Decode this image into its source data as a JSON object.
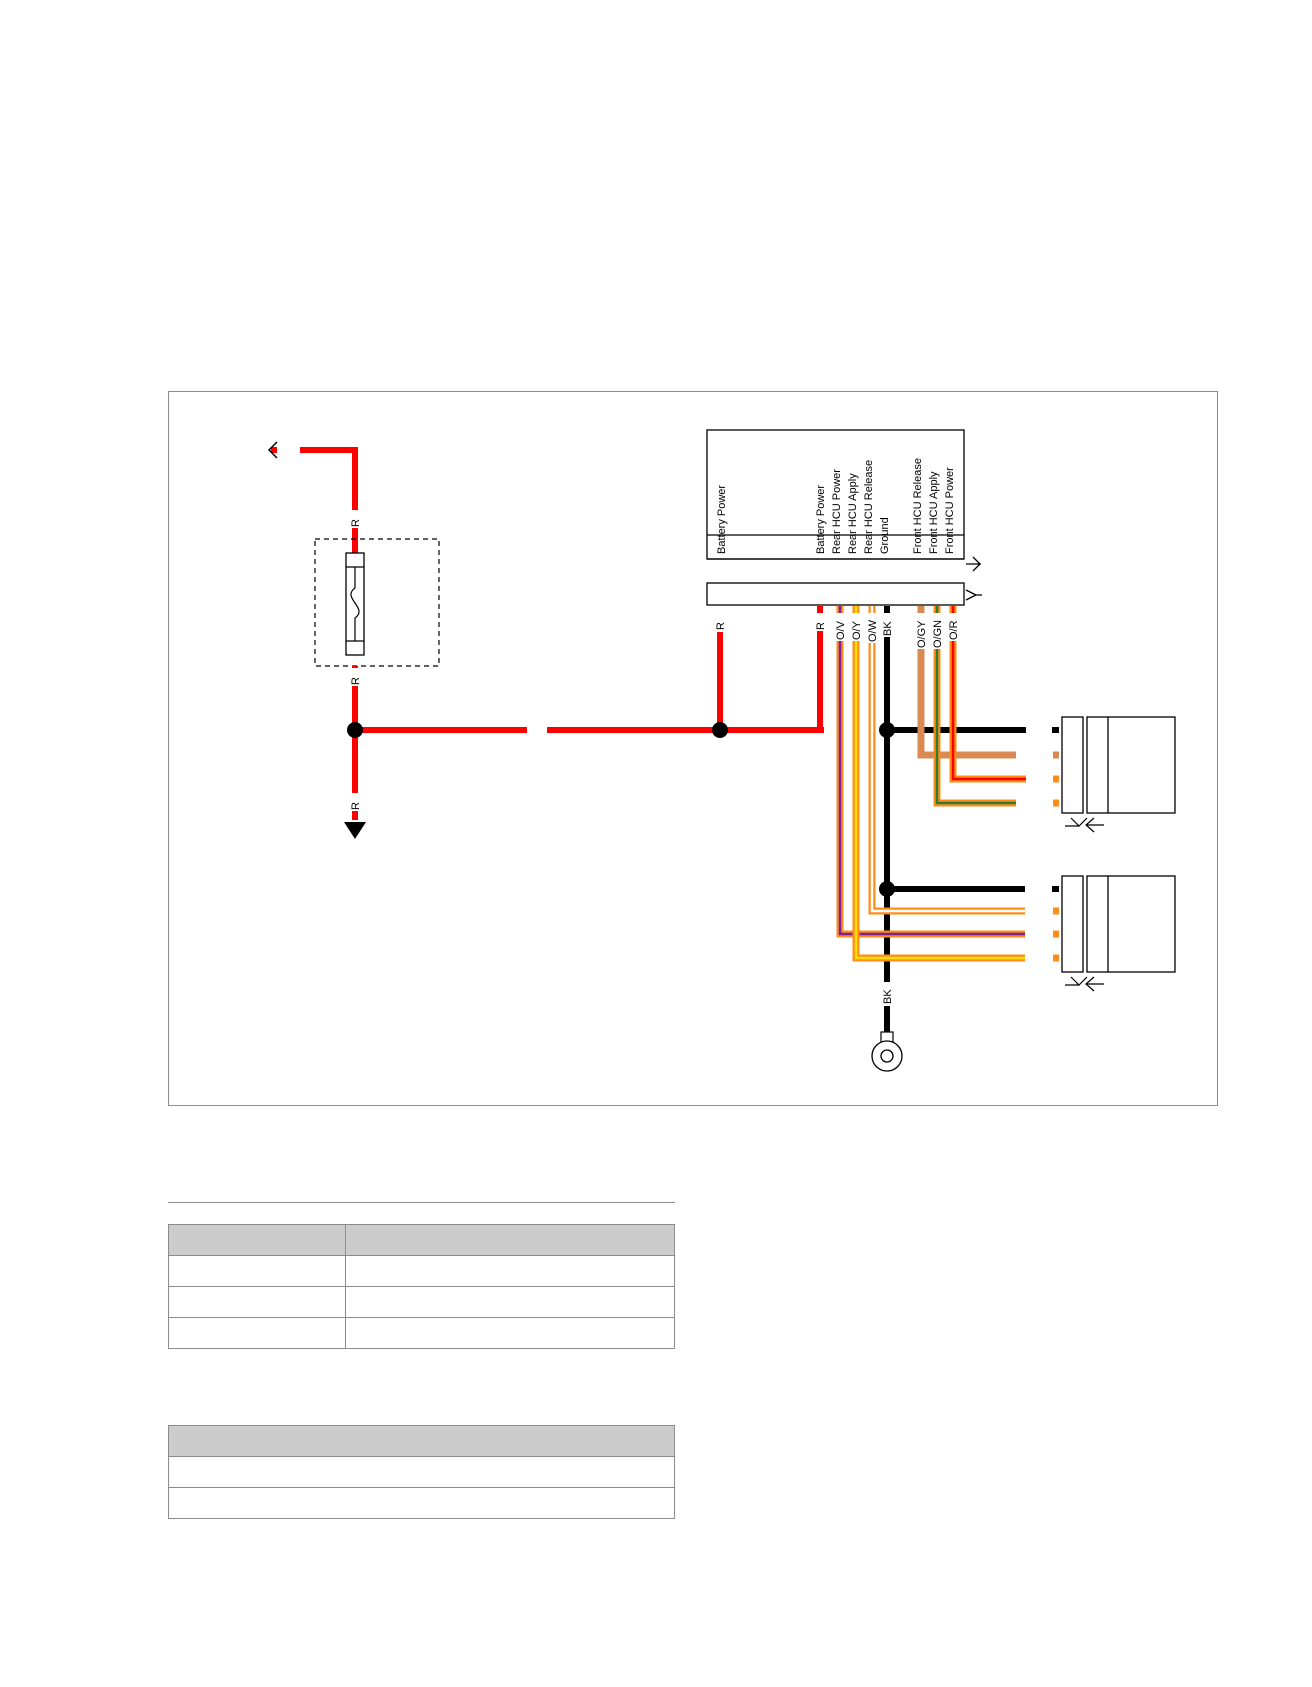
{
  "ecu": {
    "pin_labels": [
      "Battery Power",
      "Battery Power",
      "Rear HCU Power",
      "Rear HCU Apply",
      "Rear HCU Release",
      "Ground",
      "Front HCU Release",
      "Front HCU Apply",
      "Front HCU Power"
    ]
  },
  "wires": {
    "fuse_in": "R",
    "fuse_out": "R",
    "down": "R",
    "ecu_batt_1": "R",
    "ecu_batt_2": "R",
    "rear_power": "O/V",
    "rear_apply": "O/Y",
    "rear_release": "O/W",
    "ground": "BK",
    "front_release": "O/GY",
    "front_apply": "O/GN",
    "front_power": "O/R",
    "ground_lower": "BK"
  },
  "colors": {
    "red": "#ff0000",
    "orange": "#ff8c1a",
    "violet": "#7b1fa2",
    "yellow": "#ffe000",
    "white": "#ffffff",
    "black": "#000000",
    "gray": "#9e9e9e",
    "green": "#2e7d32",
    "tan": "#d98a52"
  },
  "table1": {
    "headers": [
      "",
      ""
    ],
    "rows": [
      [
        "",
        ""
      ],
      [
        "",
        ""
      ],
      [
        "",
        ""
      ]
    ]
  },
  "table2": {
    "headers": [
      ""
    ],
    "rows": [
      [
        ""
      ],
      [
        ""
      ]
    ]
  }
}
